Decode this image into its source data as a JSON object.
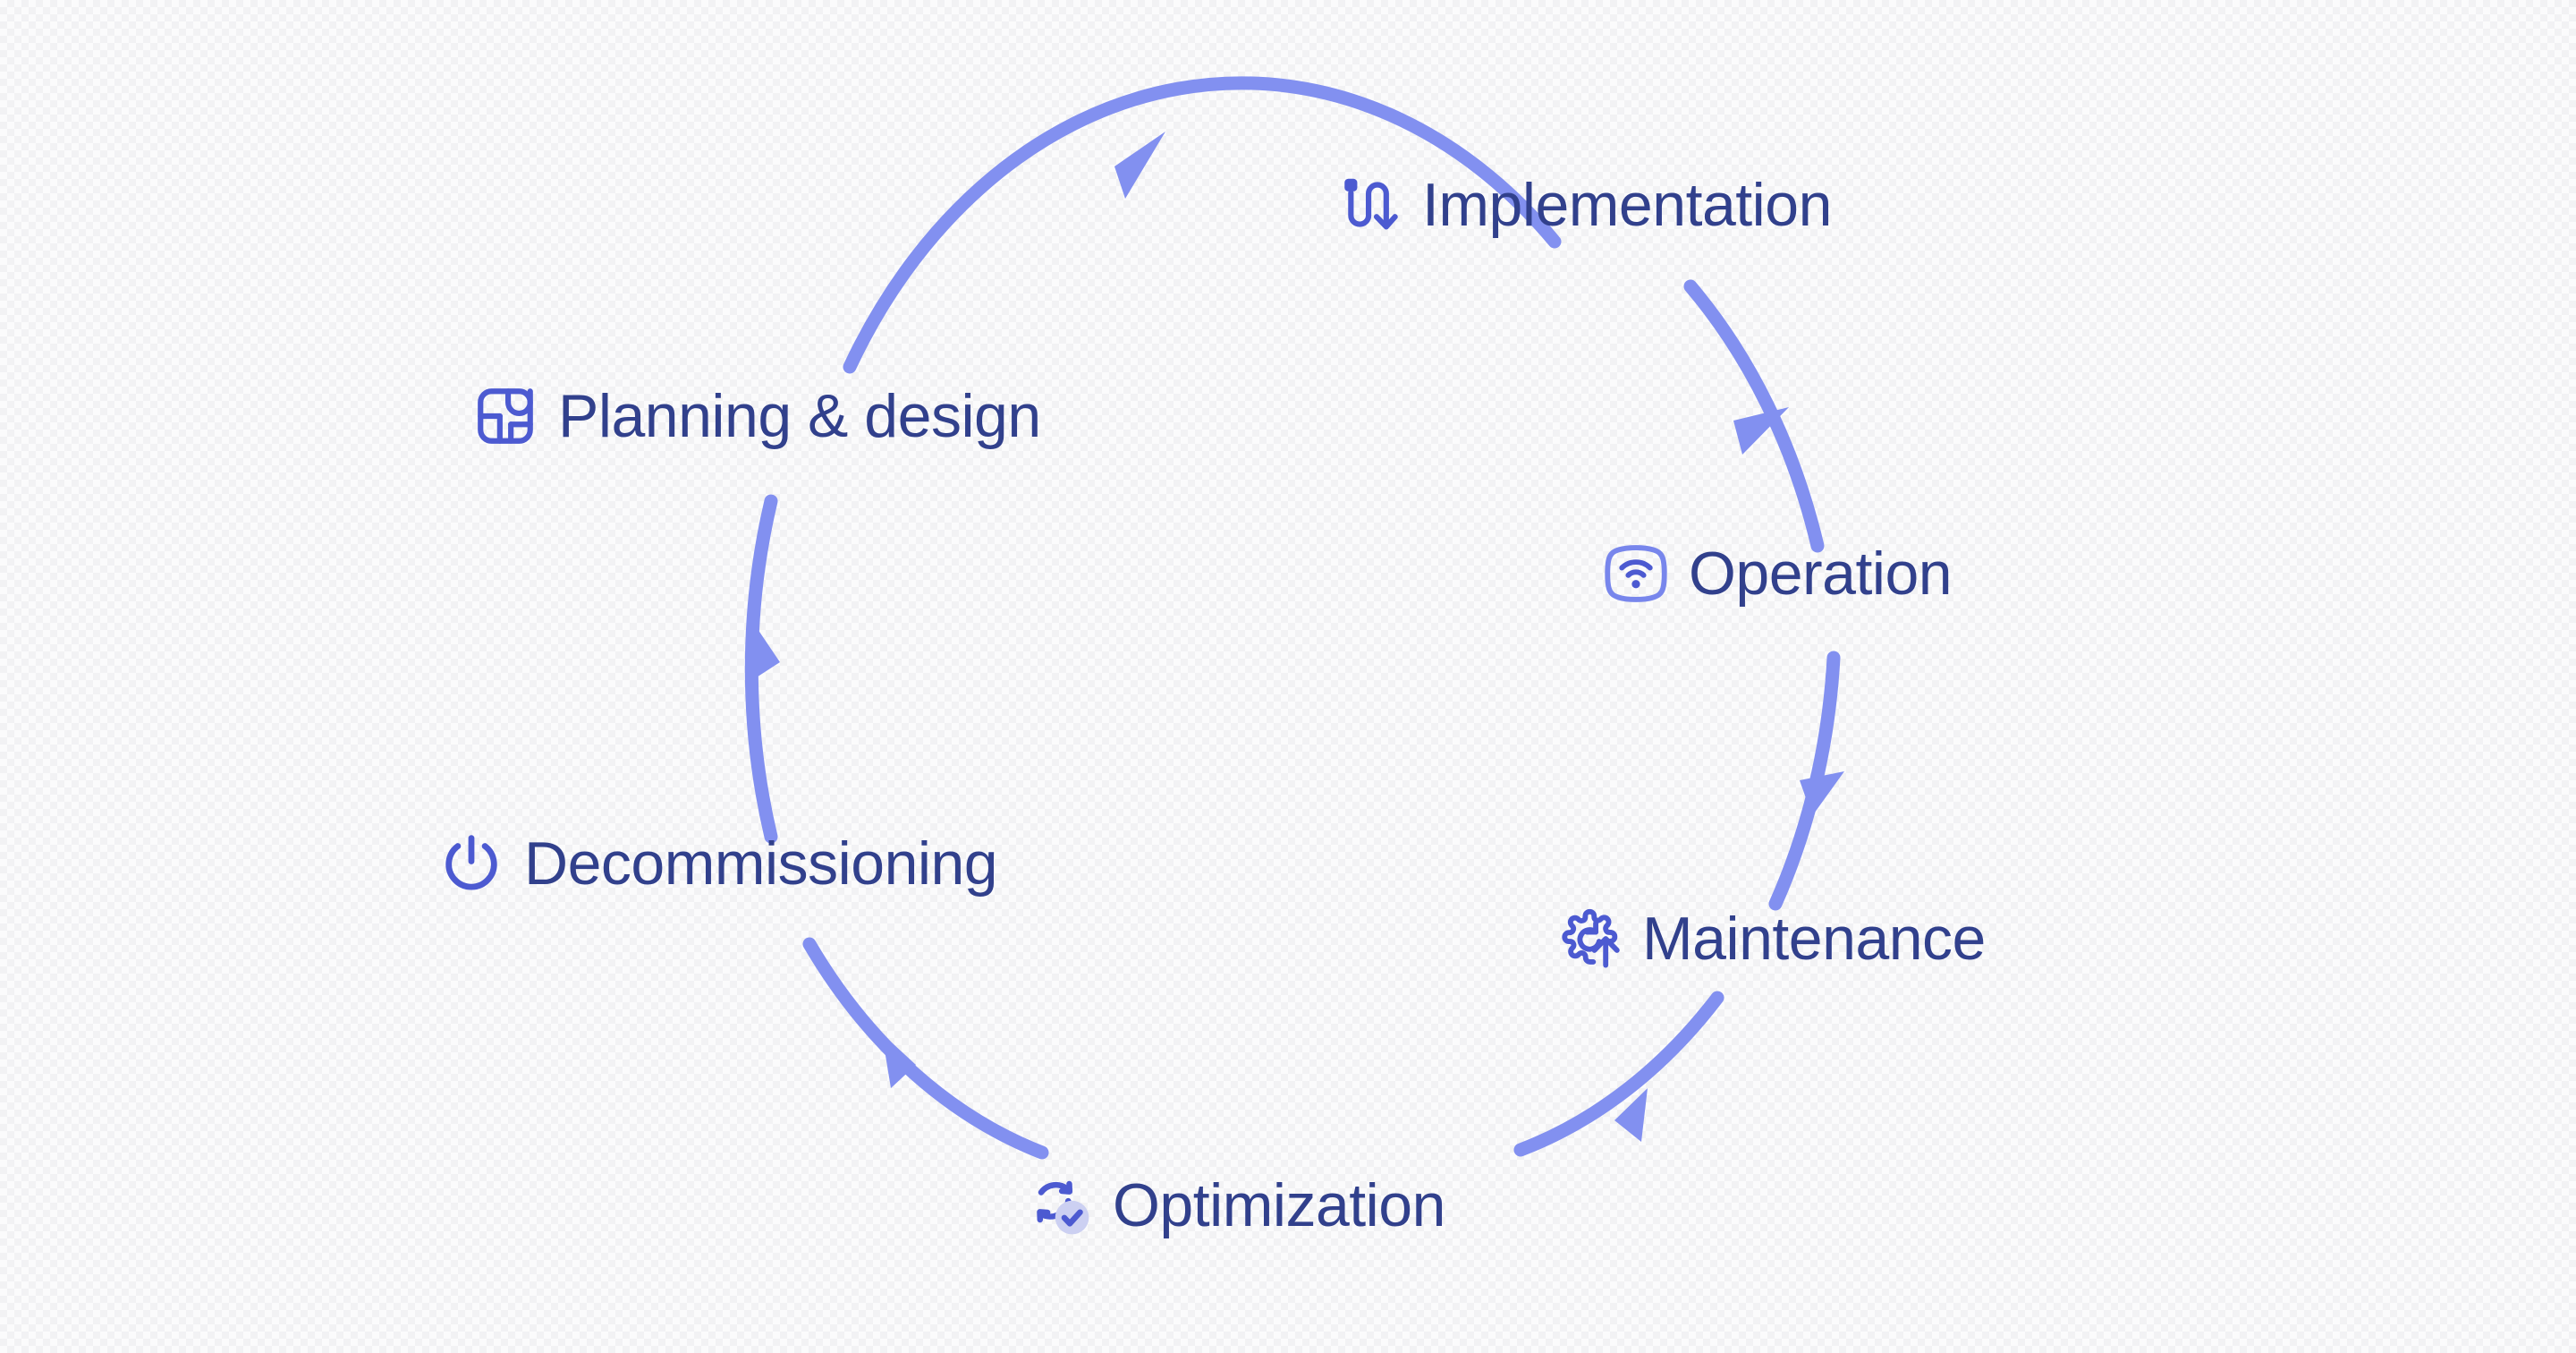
{
  "diagram": {
    "title": "Lifecycle cycle diagram",
    "type": "cycle",
    "direction": "clockwise",
    "colors": {
      "ring_stroke": "#8290f0",
      "arrowhead": "#8290f0",
      "icon": "#4c5ad1",
      "label_text": "#31408c",
      "badge_fill": "#ccd0f2",
      "background": "#fbfbfc",
      "background_checker": "#f2f2f4"
    },
    "nodes": [
      {
        "id": "planning",
        "label": "Planning & design",
        "icon": "layout-panels-icon",
        "order": 1
      },
      {
        "id": "implementation",
        "label": "Implementation",
        "icon": "deploy-flow-arrow-icon",
        "order": 2
      },
      {
        "id": "operation",
        "label": "Operation",
        "icon": "wifi-signal-icon",
        "order": 3
      },
      {
        "id": "maintenance",
        "label": "Maintenance",
        "icon": "gear-upgrade-icon",
        "order": 4
      },
      {
        "id": "optimization",
        "label": "Optimization",
        "icon": "refresh-check-icon",
        "order": 5
      },
      {
        "id": "decommissioning",
        "label": "Decommissioning",
        "icon": "power-icon",
        "order": 6
      }
    ]
  }
}
